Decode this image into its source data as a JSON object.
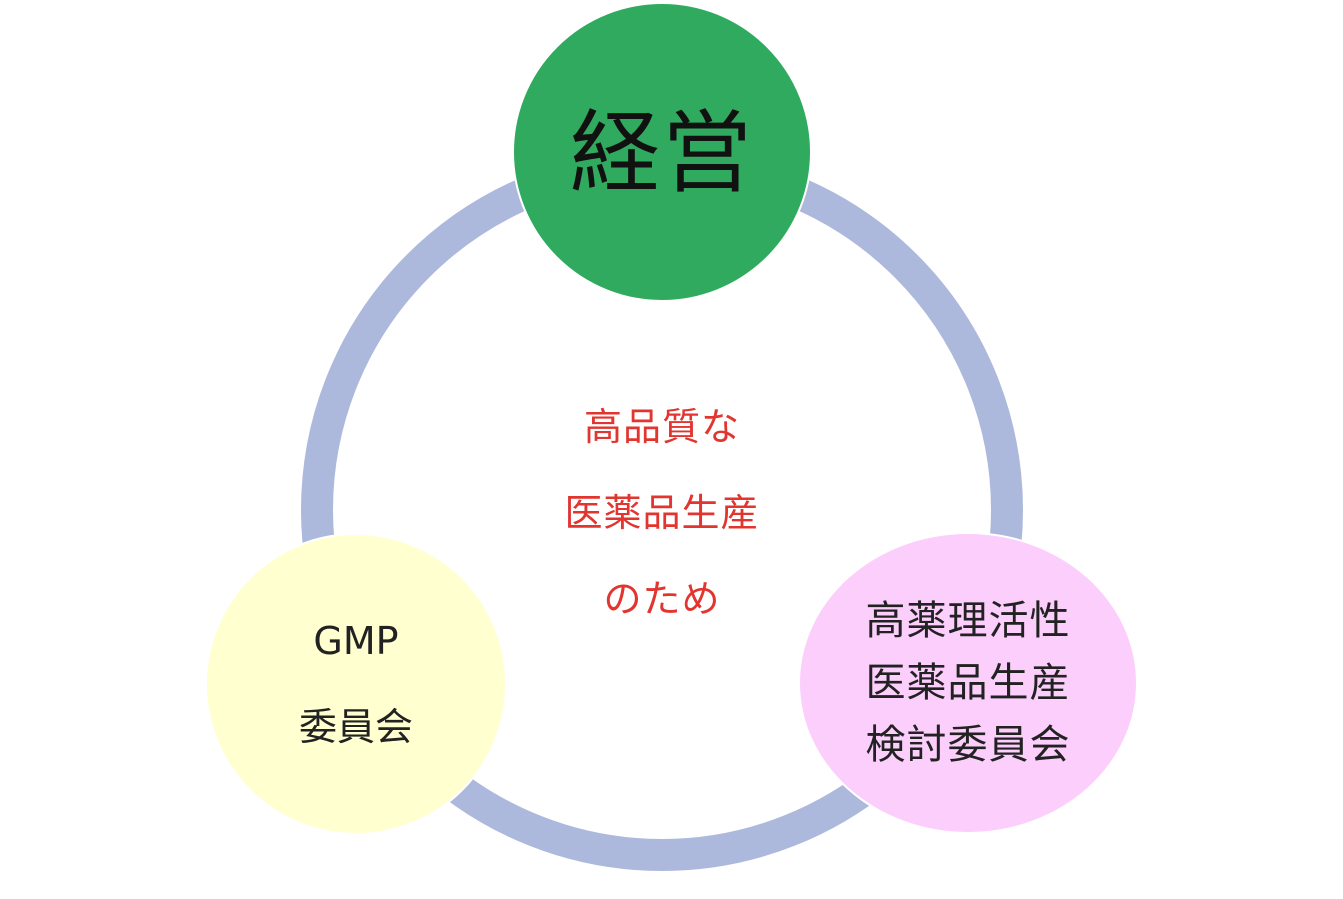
{
  "colors": {
    "ring": "#adb9dc",
    "top_node": "#2faa5e",
    "left_node": "#ffffd0",
    "right_node": "#fccefc",
    "center_text": "#e23530"
  },
  "diagram": {
    "top_node": {
      "label": "経営"
    },
    "left_node": {
      "lines": [
        "GMP",
        "委員会"
      ]
    },
    "right_node": {
      "lines": [
        "高薬理活性",
        "医薬品生産",
        "検討委員会"
      ]
    },
    "center": {
      "lines": [
        "高品質な",
        "医薬品生産",
        "のため"
      ]
    }
  }
}
